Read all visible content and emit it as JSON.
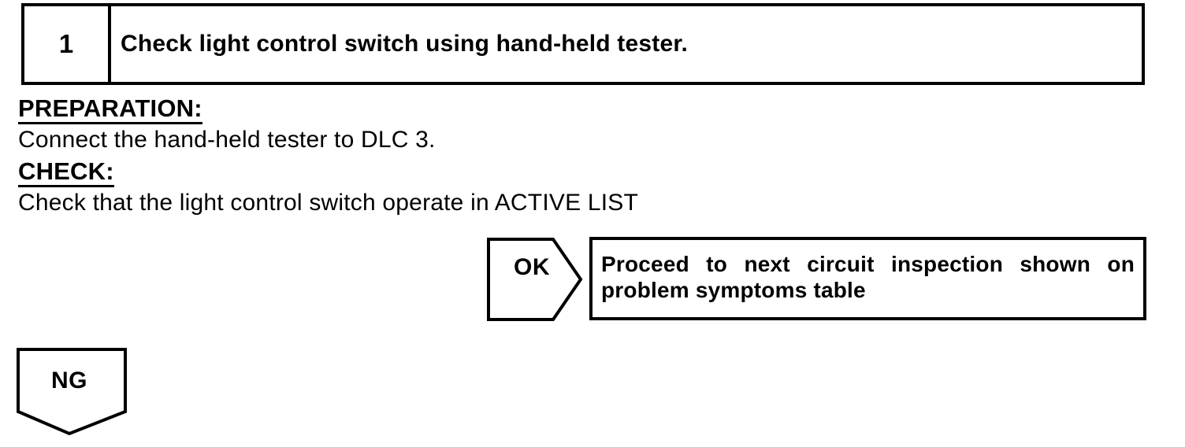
{
  "page": {
    "step_number": "1",
    "step_title": "Check light control switch using hand-held tester.",
    "preparation_heading": "PREPARATION:",
    "preparation_body": "Connect the hand-held tester to DLC 3.",
    "check_heading": "CHECK:",
    "check_body": "Check that the light control switch operate in ACTIVE LIST"
  },
  "flowchart": {
    "ok_label": "OK",
    "ok_action_line1": "Proceed to next circuit inspection shown on",
    "ok_action_line2": "problem symptoms table",
    "ng_label": "NG"
  },
  "colors": {
    "ink": "#000000",
    "paper": "#ffffff"
  }
}
